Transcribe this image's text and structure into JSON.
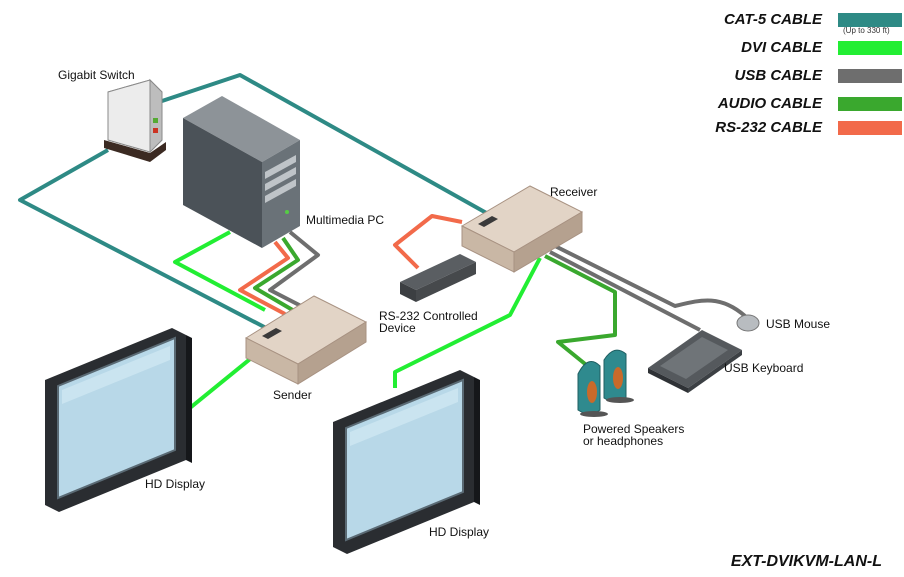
{
  "legend": {
    "items": [
      {
        "label": "CAT-5 CABLE",
        "color": "#2e8a85",
        "note": "(Up to 330 ft)"
      },
      {
        "label": "DVI CABLE",
        "color": "#22ee33"
      },
      {
        "label": "USB CABLE",
        "color": "#6e6e6e"
      },
      {
        "label": "AUDIO CABLE",
        "color": "#3aa82e"
      },
      {
        "label": "RS-232 CABLE",
        "color": "#f26a4a"
      }
    ]
  },
  "devices": {
    "gigabit_switch": "Gigabit Switch",
    "multimedia_pc": "Multimedia PC",
    "receiver": "Receiver",
    "sender": "Sender",
    "rs232_device_line1": "RS-232 Controlled",
    "rs232_device_line2": "Device",
    "usb_mouse": "USB Mouse",
    "usb_keyboard": "USB Keyboard",
    "speakers_line1": "Powered Speakers",
    "speakers_line2": "or headphones",
    "hd_display_left": "HD Display",
    "hd_display_right": "HD Display"
  },
  "model": "EXT-DVIKVM-LAN-L"
}
